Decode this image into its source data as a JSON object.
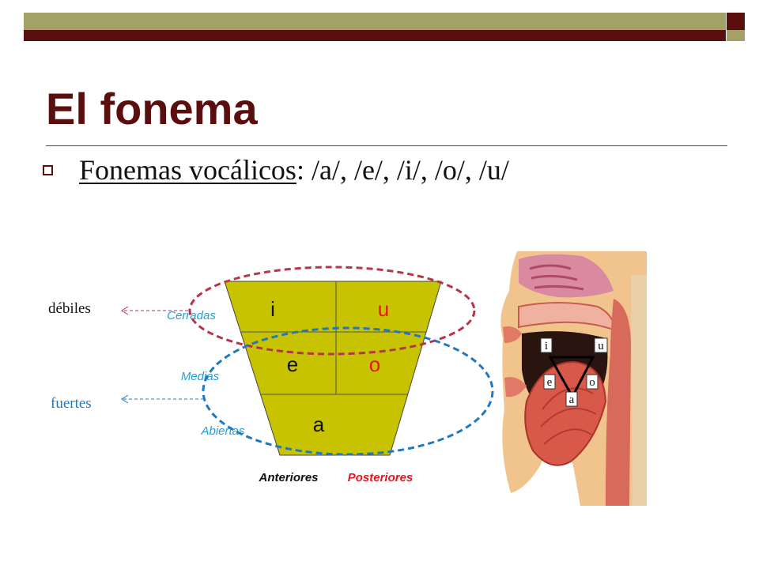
{
  "slide": {
    "title": "El fonema",
    "bullet": {
      "term": "Fonemas vocálicos",
      "rest": ": /a/, /e/, /i/, /o/, /u/"
    }
  },
  "colors": {
    "title": "#5a0e0e",
    "band_olive": "#a3a068",
    "band_dark": "#5a0e0e",
    "trapezoid_fill": "#c8c300",
    "anterior_label": "#111111",
    "posterior_label": "#e8141e",
    "openness_label": "#1fa0d8",
    "weak_ellipse": "#b8344a",
    "strong_ellipse": "#1f78c0"
  },
  "vowel_chart": {
    "vowels": {
      "i": "i",
      "u": "u",
      "e": "e",
      "o": "o",
      "a": "a"
    },
    "openness_labels": {
      "closed": "Cerradas",
      "mid": "Medias",
      "open": "Abiertas"
    },
    "position_labels": {
      "front": "Anteriores",
      "back": "Posteriores"
    },
    "group_labels": {
      "weak": "débiles",
      "strong": "fuertes"
    }
  },
  "mouth_figure": {
    "labels": {
      "i": "i",
      "u": "u",
      "e": "e",
      "o": "o",
      "a": "a"
    }
  }
}
